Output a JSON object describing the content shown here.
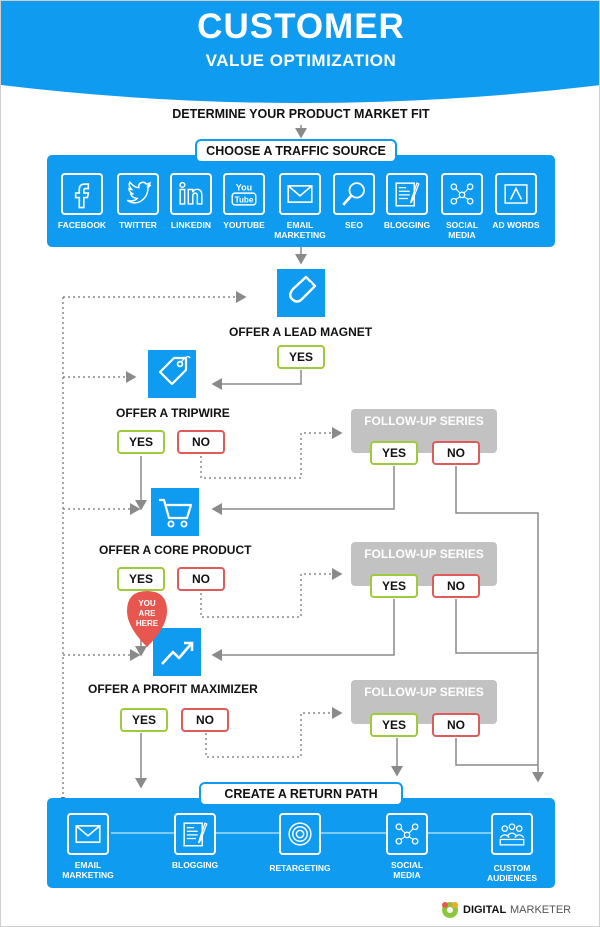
{
  "header": {
    "title": "CUSTOMER",
    "subtitle": "VALUE OPTIMIZATION"
  },
  "flow": {
    "step_determine": "DETERMINE YOUR PRODUCT MARKET FIT",
    "traffic_title": "CHOOSE A TRAFFIC SOURCE",
    "traffic_sources": [
      {
        "label": "FACEBOOK",
        "icon": "facebook-icon"
      },
      {
        "label": "TWITTER",
        "icon": "twitter-icon"
      },
      {
        "label": "LINKEDIN",
        "icon": "linkedin-icon"
      },
      {
        "label": "YOUTUBE",
        "icon": "youtube-icon"
      },
      {
        "label": "EMAIL\nMARKETING",
        "icon": "email-icon"
      },
      {
        "label": "SEO",
        "icon": "magnifier-icon"
      },
      {
        "label": "BLOGGING",
        "icon": "blog-icon"
      },
      {
        "label": "SOCIAL\nMEDIA",
        "icon": "social-icon"
      },
      {
        "label": "AD WORDS",
        "icon": "adwords-icon"
      }
    ],
    "lead_magnet": "OFFER A LEAD MAGNET",
    "tripwire": "OFFER A TRIPWIRE",
    "core_product": "OFFER A CORE PRODUCT",
    "profit_maximizer": "OFFER A PROFIT MAXIMIZER",
    "yes": "YES",
    "no": "NO",
    "follow_up": "FOLLOW-UP SERIES",
    "you_are_here_1": "YOU",
    "you_are_here_2": "ARE",
    "you_are_here_3": "HERE",
    "return_title": "CREATE A RETURN PATH",
    "return_items": [
      {
        "label": "EMAIL\nMARKETING",
        "icon": "email-icon"
      },
      {
        "label": "BLOGGING",
        "icon": "blog-icon"
      },
      {
        "label": "RETARGETING",
        "icon": "target-icon"
      },
      {
        "label": "SOCIAL\nMEDIA",
        "icon": "social-icon"
      },
      {
        "label": "CUSTOM\nAUDIENCES",
        "icon": "audience-icon"
      }
    ]
  },
  "brand": {
    "name_1": "DIGITAL",
    "name_2": "MARKETER"
  },
  "colors": {
    "blue": "#0f9bf0",
    "yes_border": "#9fcb3b",
    "no_border": "#e05a5a",
    "follow_up_bg": "#c2c2c2",
    "pin": "#e8574f"
  }
}
